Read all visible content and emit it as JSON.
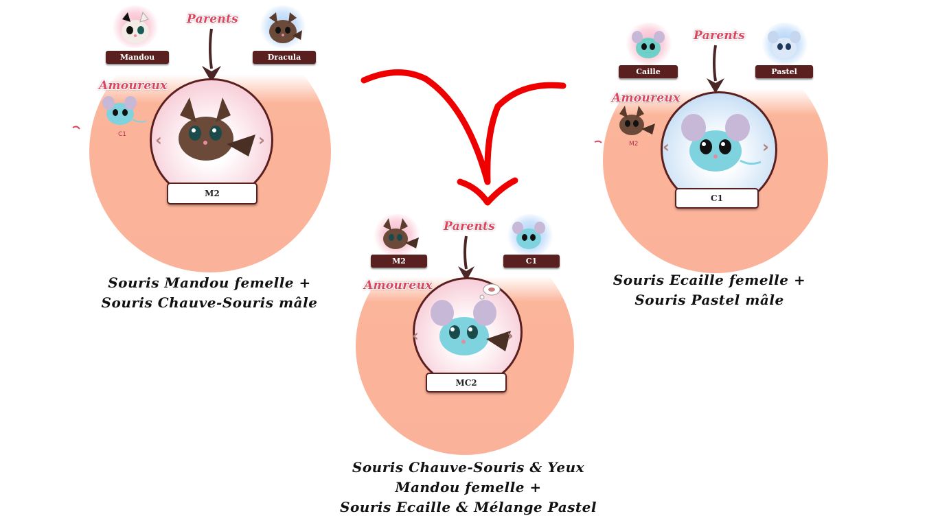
{
  "panels": {
    "left": {
      "parents_label": "Parents",
      "lovers_label": "Amoureux",
      "mother": "Mandou",
      "father": "Dracula",
      "lover": "C1",
      "result": "M2",
      "caption_line1": "Souris Mandou femelle +",
      "caption_line2": "Souris Chauve-Souris mâle"
    },
    "right": {
      "parents_label": "Parents",
      "lovers_label": "Amoureux",
      "mother": "Caille",
      "father": "Pastel",
      "lover": "M2",
      "result": "C1",
      "caption_line1": "Souris Ecaille femelle +",
      "caption_line2": "Souris Pastel mâle"
    },
    "bottom": {
      "parents_label": "Parents",
      "lovers_label": "Amoureux",
      "mother": "M2",
      "father": "C1",
      "result": "MC2",
      "caption_line1": "Souris Chauve-Souris & Yeux",
      "caption_line2": "Mandou femelle +",
      "caption_line3": "Souris Ecaille & Mélange Pastel"
    }
  },
  "colors": {
    "disc": "#fbb29a",
    "tag": "#5a1f1f",
    "script": "#d9475f",
    "arrow_red": "#ee0000",
    "brown_fur": "#6b4a3a",
    "blue_fur": "#7fd3df"
  },
  "icons": [
    "brown-bat-mouse-icon",
    "blue-scaly-mouse-icon",
    "pastel-mouse-icon",
    "mandou-mouse-icon",
    "thought-bubble-icon",
    "red-merge-arrow-icon"
  ]
}
